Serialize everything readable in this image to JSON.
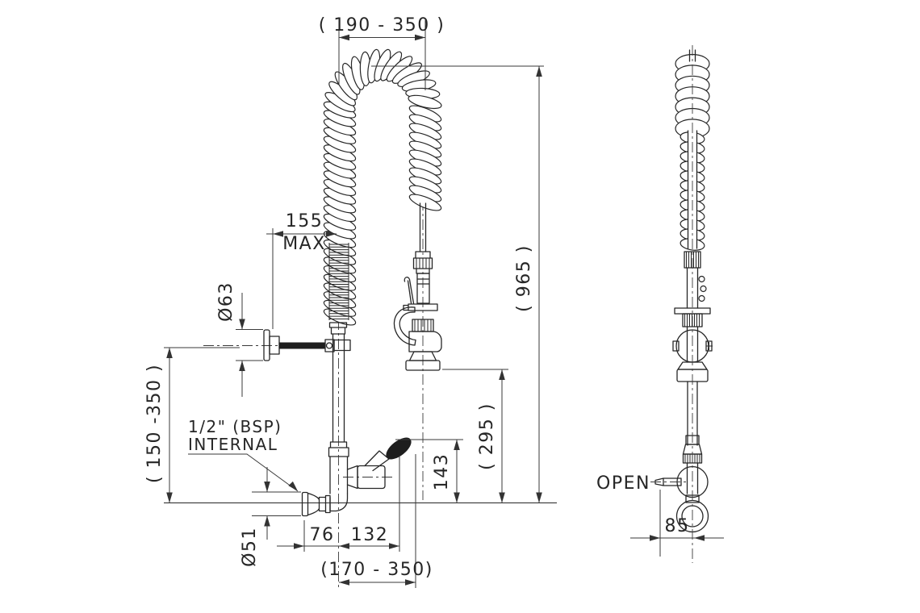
{
  "drawing": {
    "front_view": {
      "dim_top_width": "( 190 - 350 )",
      "dim_overall_height": "( 965 )",
      "dim_wall_offset": "155",
      "dim_wall_offset_note": "MAX",
      "dim_bracket_flange_dia": "Ø63",
      "dim_inlet_height_range": "( 150 -350 )",
      "label_inlet_thread_line1": "1/2\" (BSP)",
      "label_inlet_thread_line2": "INTERNAL",
      "dim_outlet_height": "( 295 )",
      "dim_handle_height": "143",
      "dim_inlet_to_riser": "76",
      "dim_riser_to_handle": "132",
      "dim_reach_range": "(170 - 350)",
      "dim_inlet_flange_dia": "Ø51"
    },
    "side_view": {
      "label_handle_open": "OPEN",
      "dim_handle_reach": "85"
    }
  }
}
